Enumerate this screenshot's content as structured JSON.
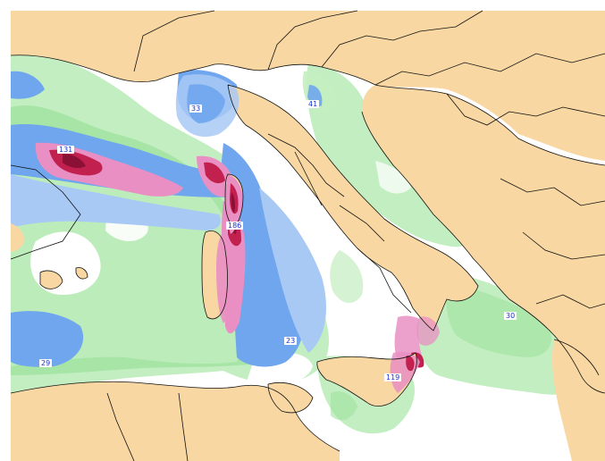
{
  "map": {
    "colors": {
      "land": "#f8d7a2",
      "sea_clear": "#ffffff",
      "precip_light": "#c3eec1",
      "precip_green": "#9ee29d",
      "precip_blue_light": "#a9c9f5",
      "precip_blue": "#6fa6ee",
      "precip_pink": "#e98fc3",
      "precip_red": "#c2204e",
      "precip_darkred": "#8b1035",
      "borders": "#111111",
      "label_text": "#1a33cc"
    },
    "labels": [
      {
        "id": "label-33",
        "text": "33"
      },
      {
        "id": "label-41",
        "text": "41"
      },
      {
        "id": "label-131",
        "text": "131"
      },
      {
        "id": "label-186",
        "text": "186"
      },
      {
        "id": "label-30",
        "text": "30"
      },
      {
        "id": "label-23",
        "text": "23"
      },
      {
        "id": "label-29",
        "text": "29"
      },
      {
        "id": "label-119",
        "text": "119"
      }
    ]
  }
}
